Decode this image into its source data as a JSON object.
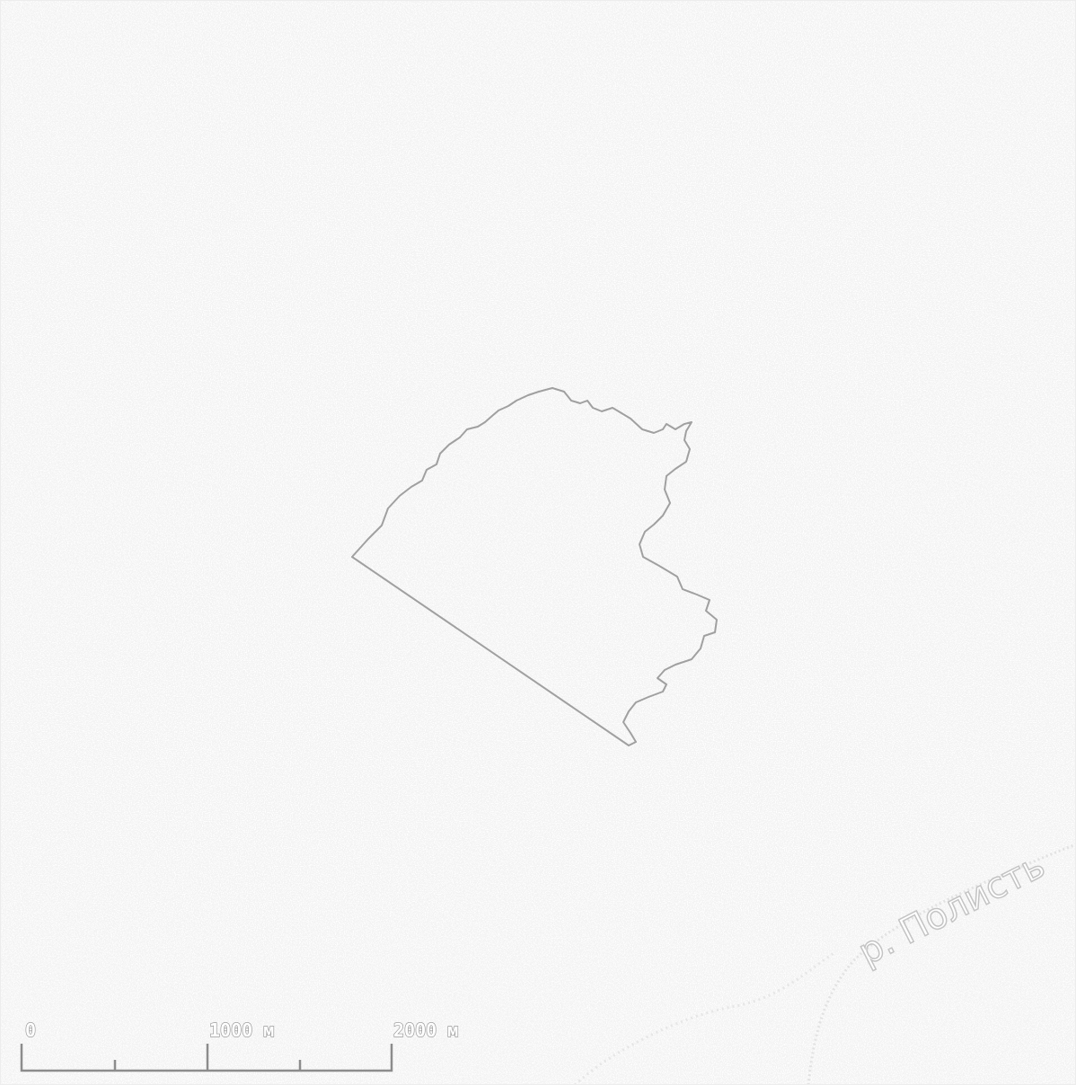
{
  "map": {
    "river_label": "р. Полисть",
    "colors": {
      "boundary": "#9a9a9a",
      "noise": "#d8d8d8",
      "scale": "#8c8c8c"
    }
  },
  "scale_bar": {
    "label_zero": "0",
    "label_mid": "1000 м",
    "label_end": "2000 м"
  }
}
